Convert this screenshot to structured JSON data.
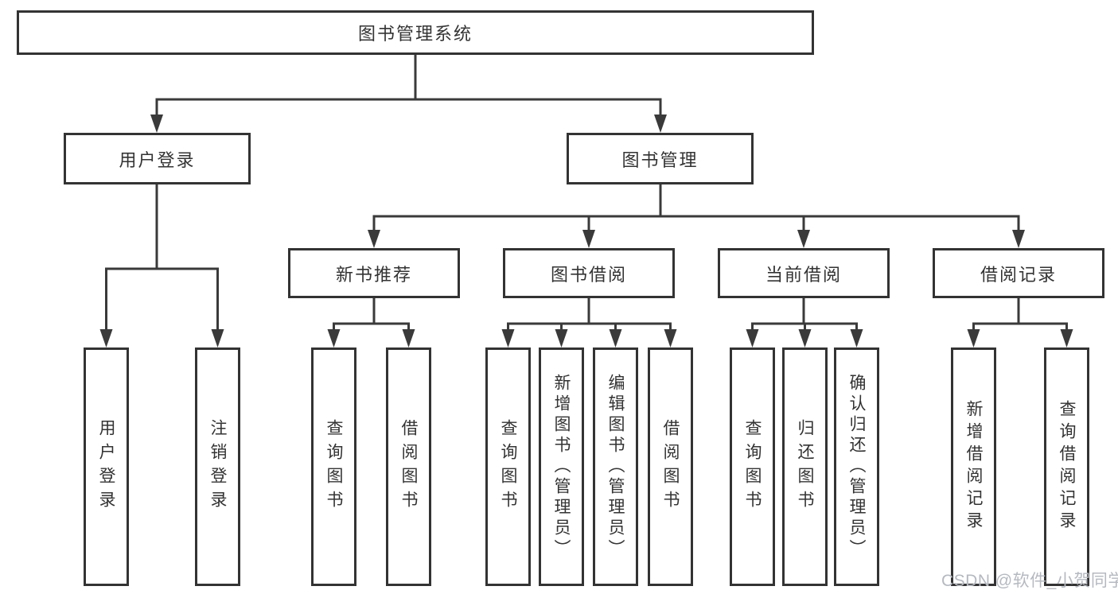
{
  "watermark": "CSDN @软件_小贺同学",
  "colors": {
    "line": "#3a3a3a",
    "box_border": "#333333",
    "text": "#333333",
    "watermark": "#b5b9c0",
    "background": "#ffffff"
  },
  "tree": {
    "label": "图书管理系统",
    "children": [
      {
        "label": "用户登录",
        "children": [
          {
            "label": "用户登录"
          },
          {
            "label": "注销登录"
          }
        ]
      },
      {
        "label": "图书管理",
        "children": [
          {
            "label": "新书推荐",
            "children": [
              {
                "label": "查询图书"
              },
              {
                "label": "借阅图书"
              }
            ]
          },
          {
            "label": "图书借阅",
            "children": [
              {
                "label": "查询图书"
              },
              {
                "label": "新增图书（管理员）"
              },
              {
                "label": "编辑图书（管理员）"
              },
              {
                "label": "借阅图书"
              }
            ]
          },
          {
            "label": "当前借阅",
            "children": [
              {
                "label": "查询图书"
              },
              {
                "label": "归还图书"
              },
              {
                "label": "确认归还（管理员）"
              }
            ]
          },
          {
            "label": "借阅记录",
            "children": [
              {
                "label": "新增借阅记录"
              },
              {
                "label": "查询借阅记录"
              }
            ]
          }
        ]
      }
    ]
  }
}
